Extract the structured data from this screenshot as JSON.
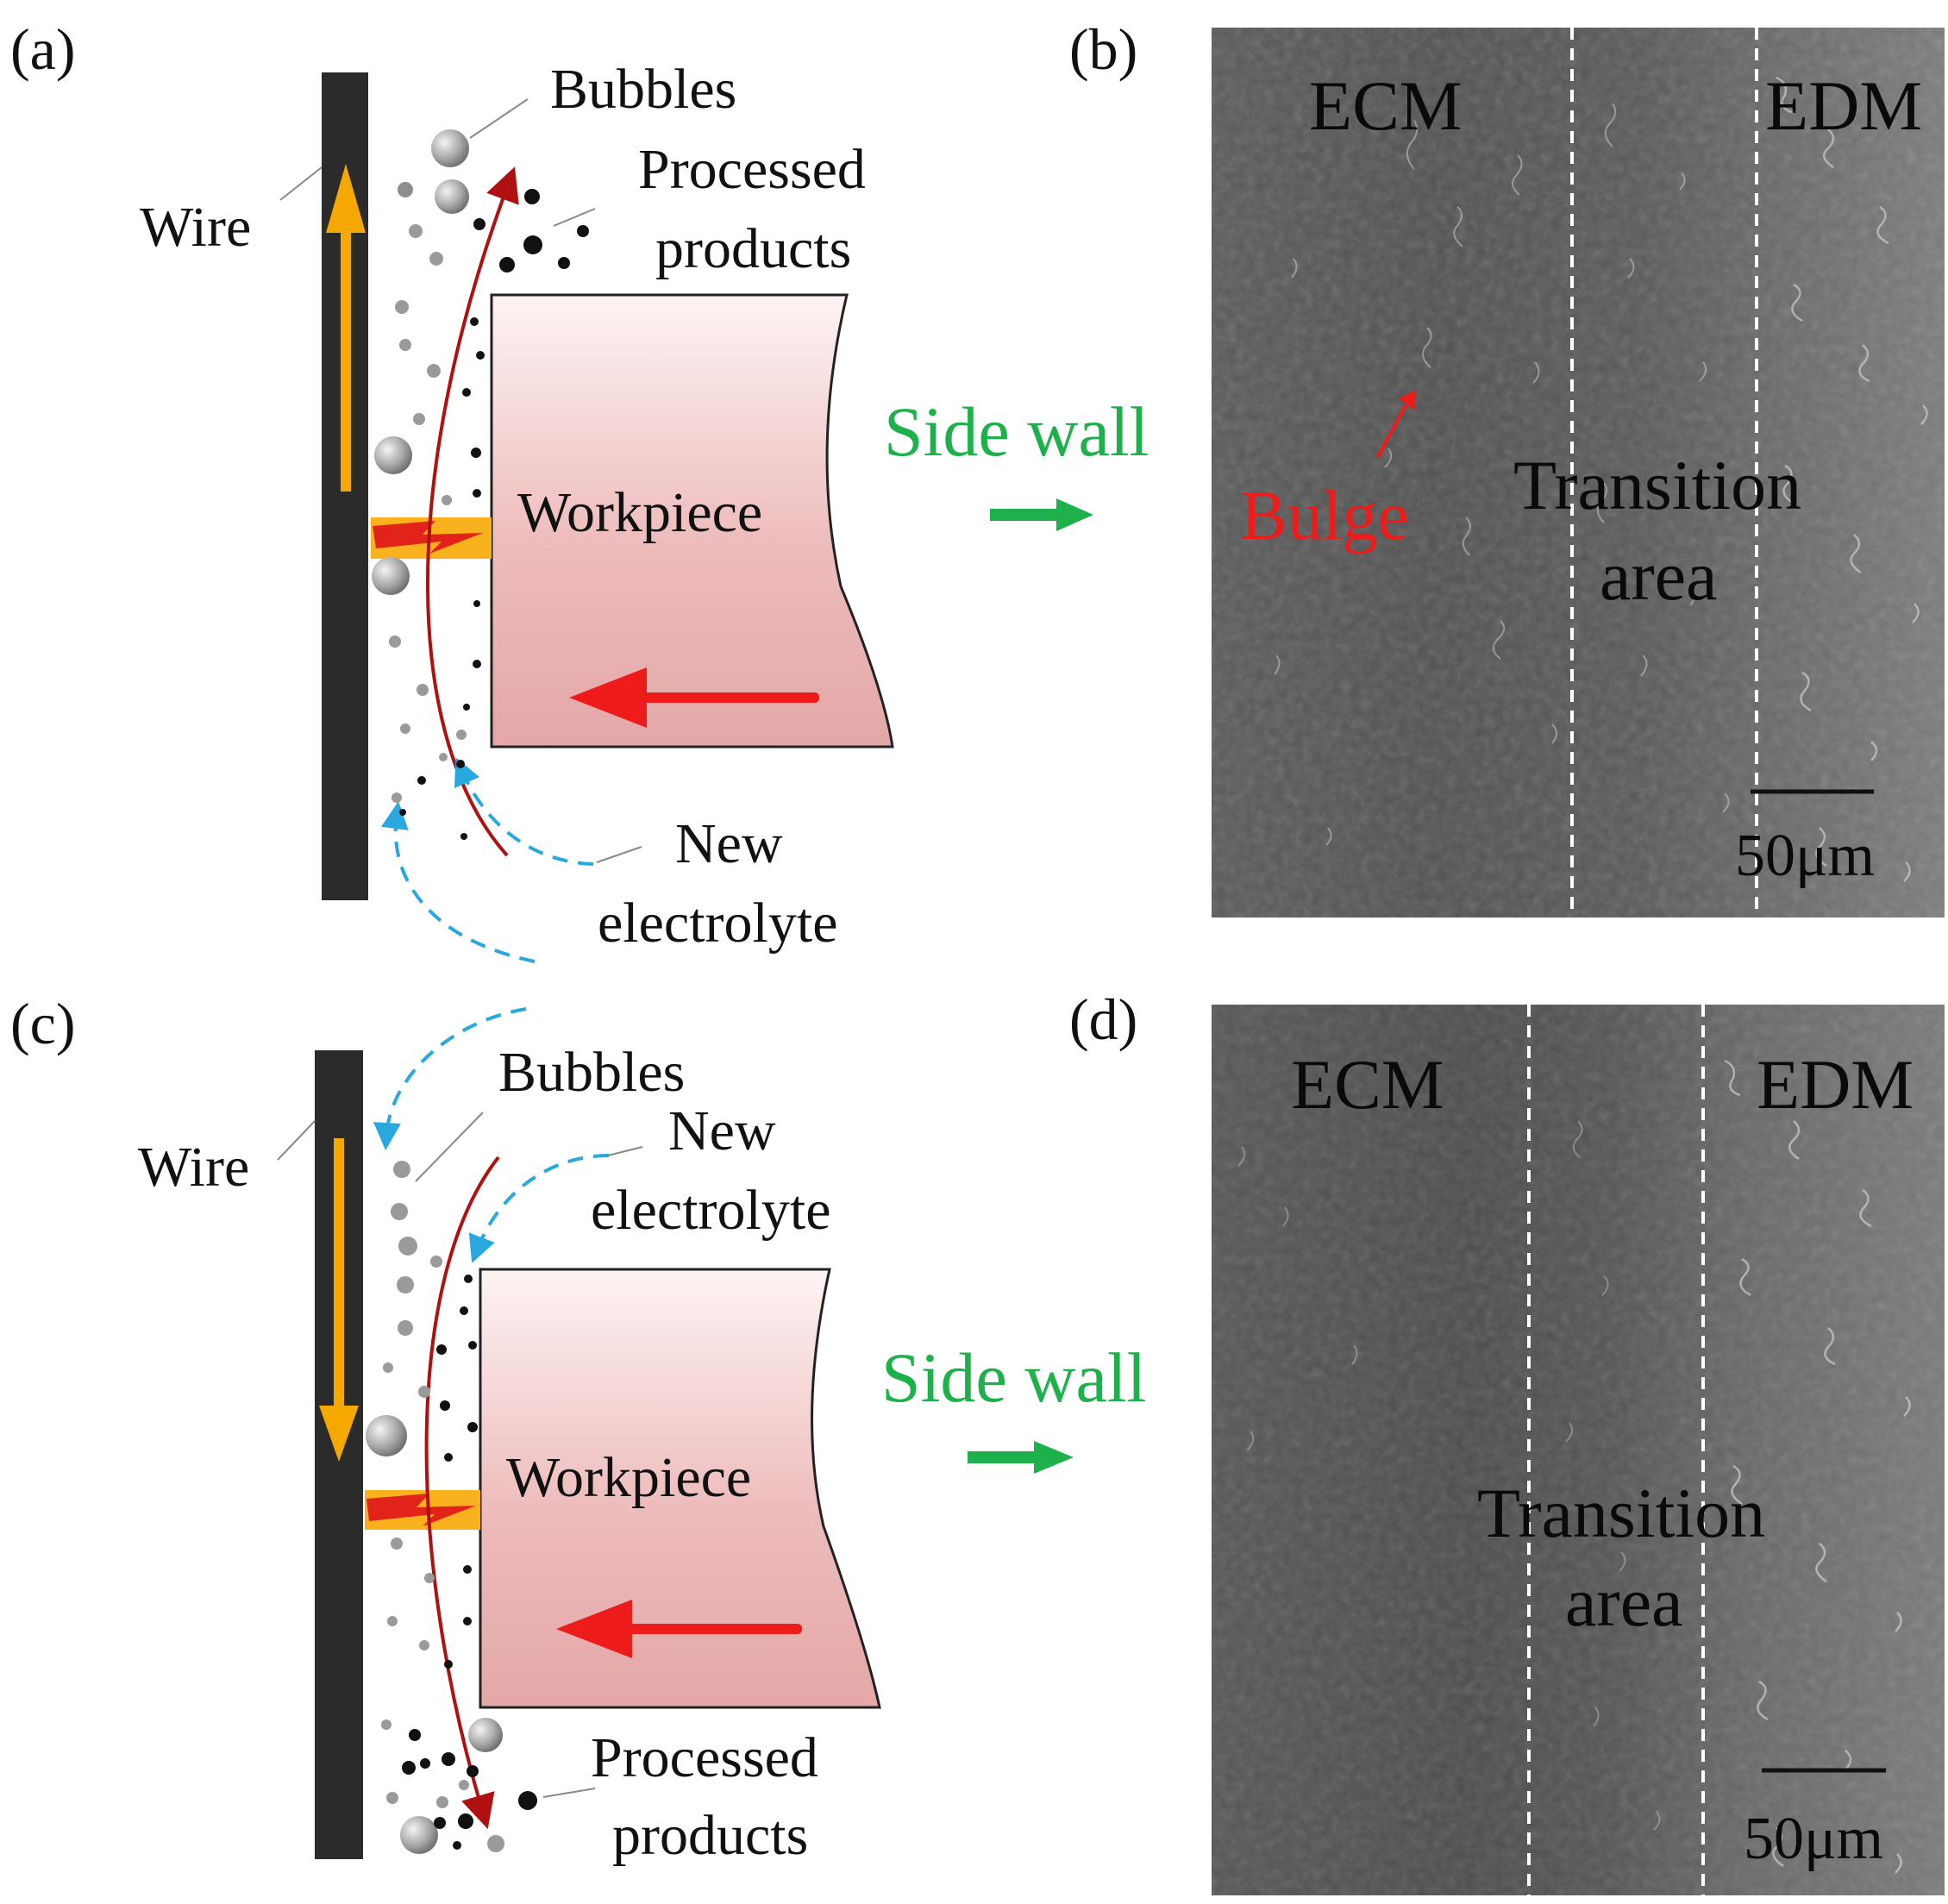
{
  "panels": {
    "a": "(a)",
    "b": "(b)",
    "c": "(c)",
    "d": "(d)"
  },
  "schematic_top": {
    "bubbles": "Bubbles",
    "processed_line1": "Processed",
    "processed_line2": "products",
    "wire": "Wire",
    "workpiece": "Workpiece",
    "new_line1": "New",
    "new_line2": "electrolyte",
    "side_wall": "Side wall"
  },
  "schematic_bottom": {
    "bubbles": "Bubbles",
    "new_line1": "New",
    "new_line2": "electrolyte",
    "wire": "Wire",
    "workpiece": "Workpiece",
    "processed_line1": "Processed",
    "processed_line2": "products",
    "side_wall": "Side wall"
  },
  "sem_top": {
    "ecm": "ECM",
    "edm": "EDM",
    "transition_line1": "Transition",
    "transition_line2": "area",
    "bulge": "Bulge",
    "scale": "50μm"
  },
  "sem_bottom": {
    "ecm": "ECM",
    "edm": "EDM",
    "transition_line1": "Transition",
    "transition_line2": "area",
    "scale": "50μm"
  },
  "colors": {
    "wire": "#2b2b2b",
    "wire_arrow": "#f5a800",
    "flow_arrow": "#b01010",
    "electrolyte_arrow": "#29a8e0",
    "feed_arrow": "#ee1b1b",
    "side_wall": "#1db04b",
    "bulge": "#ee1b1b"
  }
}
